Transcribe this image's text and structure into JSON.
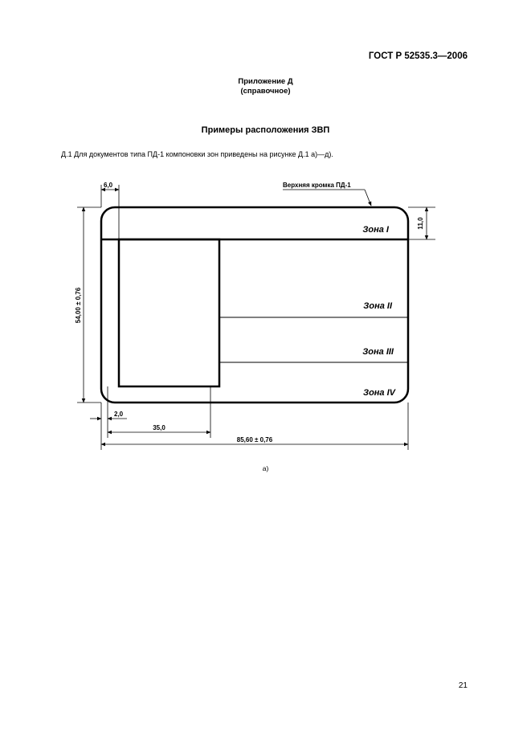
{
  "header": {
    "doc_code": "ГОСТ Р 52535.3—2006"
  },
  "appendix": {
    "title": "Приложение Д",
    "subtitle": "(справочное)"
  },
  "section": {
    "heading": "Примеры расположения ЗВП",
    "intro": "Д.1  Для документов типа ПД-1 компоновки зон приведены на рисунке Д.1 а)—д)."
  },
  "figure": {
    "caption": "а)",
    "edge_label": "Верхняя кромка ПД-1",
    "zones": [
      "Зона I",
      "Зона II",
      "Зона III",
      "Зона IV"
    ],
    "dimensions": {
      "left_offset": "6,0",
      "top_band": "11,0",
      "height": "54,00 ± 0,76",
      "bottom_offset": "2,0",
      "photo_width": "35,0",
      "width": "85,60 ± 0,76"
    }
  },
  "footer": {
    "page_number": "21"
  }
}
